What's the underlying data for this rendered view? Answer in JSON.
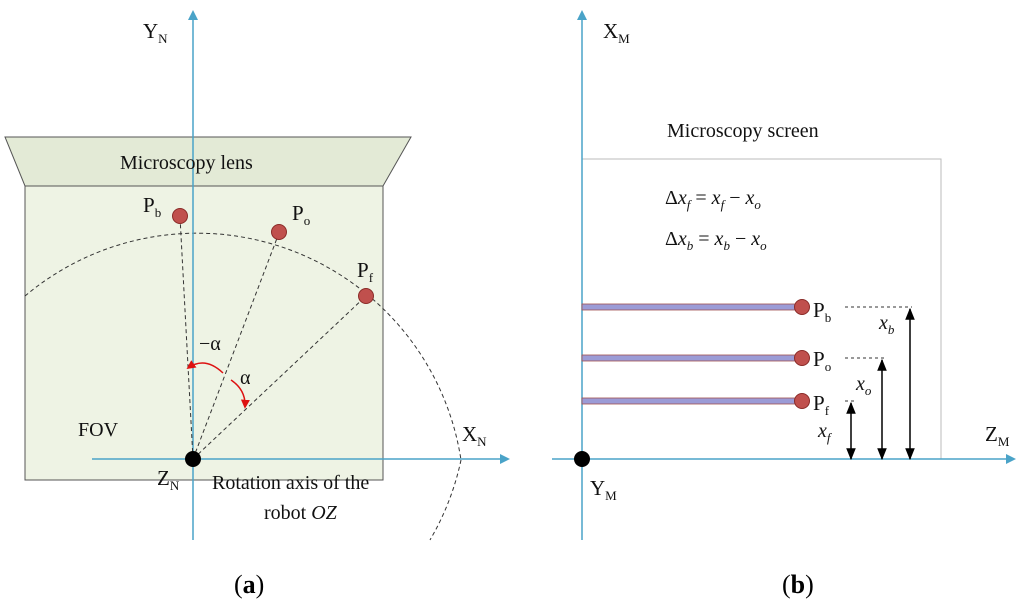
{
  "panel_a": {
    "y_axis": {
      "main": "Y",
      "sub": "N"
    },
    "x_axis": {
      "main": "X",
      "sub": "N"
    },
    "origin": {
      "main": "Z",
      "sub": "N"
    },
    "lens_label": "Microscopy lens",
    "fov_label": "FOV",
    "rotation_label_line1": "Rotation axis of the",
    "rotation_label_line2_prefix": "robot ",
    "rotation_label_line2_italic": "OZ",
    "angle_neg_label": "−α",
    "angle_pos_label": "α",
    "points": [
      {
        "main": "P",
        "sub": "b"
      },
      {
        "main": "P",
        "sub": "o"
      },
      {
        "main": "P",
        "sub": "f"
      }
    ],
    "caption_bold": "a",
    "caption_open": "(",
    "caption_close": ")"
  },
  "panel_b": {
    "y_axis": {
      "main": "X",
      "sub": "M"
    },
    "x_axis": {
      "main": "Z",
      "sub": "M"
    },
    "origin": {
      "main": "Y",
      "sub": "M"
    },
    "screen_label": "Microscopy screen",
    "equations": [
      {
        "delta": "Δ",
        "var": "x",
        "sub": "f",
        "eq": " = ",
        "a": "x",
        "a_sub": "f",
        "minus": " − ",
        "b": "x",
        "b_sub": "o"
      },
      {
        "delta": "Δ",
        "var": "x",
        "sub": "b",
        "eq": " = ",
        "a": "x",
        "a_sub": "b",
        "minus": " − ",
        "b": "x",
        "b_sub": "o"
      }
    ],
    "points": [
      {
        "main": "P",
        "sub": "b",
        "dim": "x",
        "dim_sub": "b"
      },
      {
        "main": "P",
        "sub": "o",
        "dim": "x",
        "dim_sub": "o"
      },
      {
        "main": "P",
        "sub": "f",
        "dim": "x",
        "dim_sub": "f"
      }
    ],
    "caption_bold": "b",
    "caption_open": "(",
    "caption_close": ")"
  },
  "colors": {
    "axis": "#4aa3c8",
    "point": "#c0504d",
    "bar": "#9b9bd6",
    "fov_fill": "#eef3e4",
    "lens_fill": "#e3ead6"
  }
}
